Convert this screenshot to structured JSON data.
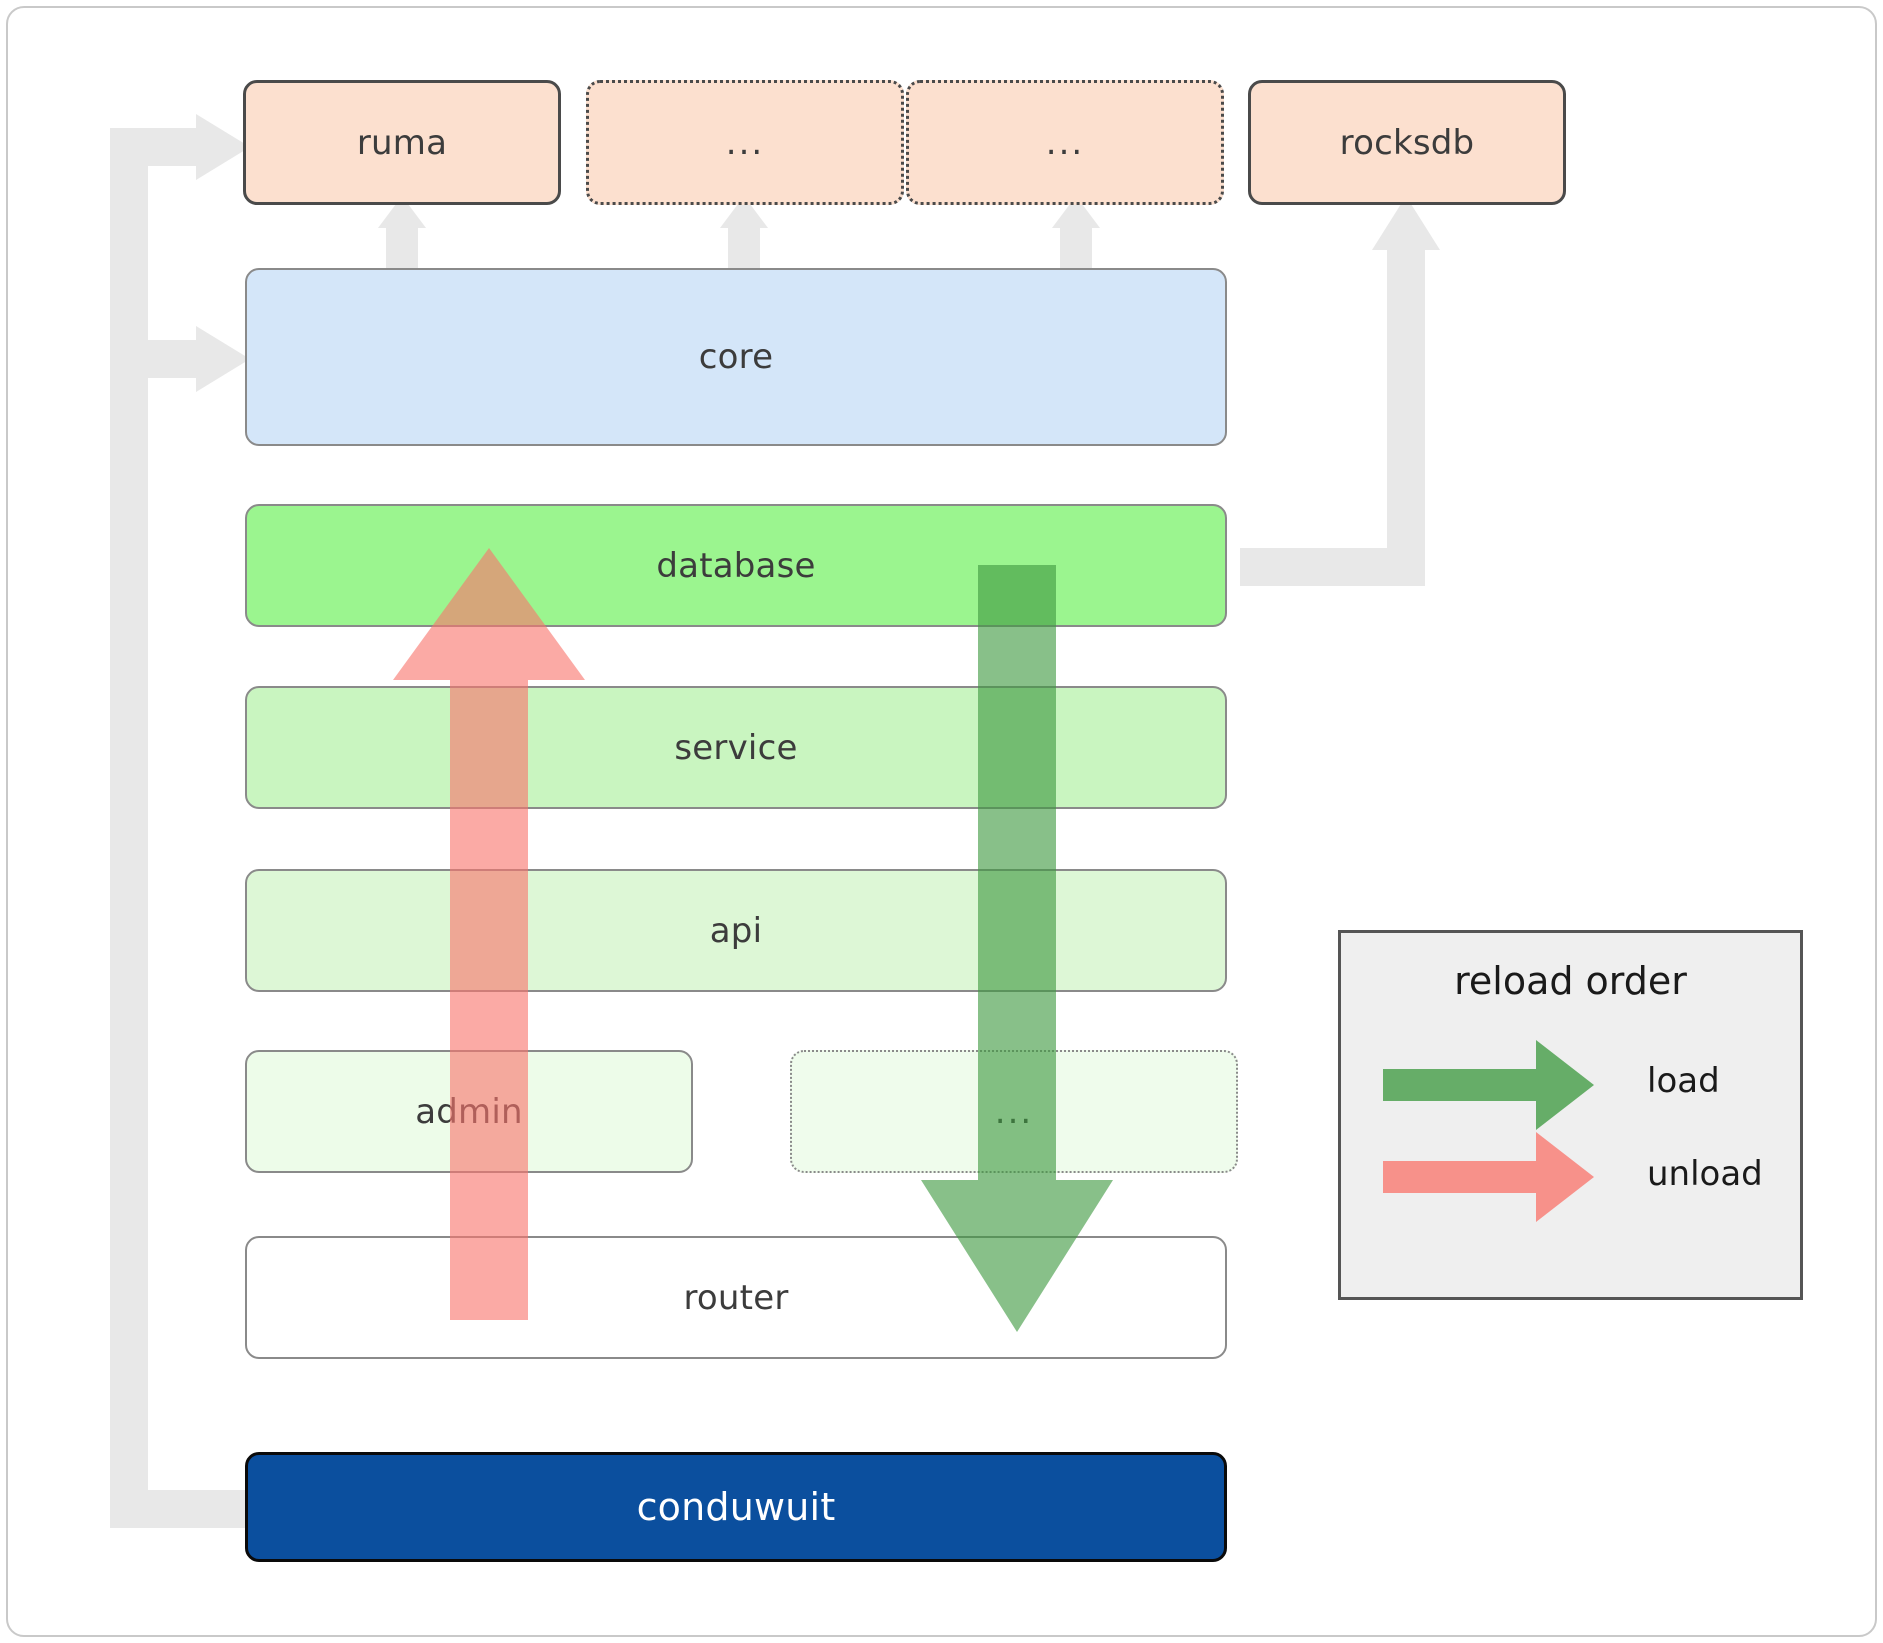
{
  "diagram": {
    "title": "conduwuit crate dependency / reload order diagram",
    "colors": {
      "dependency_fill": "#fce0cf",
      "core_fill": "#d4e6f9",
      "database_fill": "#9bf58f",
      "service_fill": "#c9f5c0",
      "api_fill": "#ddf7d6",
      "admin_fill": "#edfce9",
      "placeholder_fill": "#effcec",
      "router_fill": "#ffffff",
      "app_fill": "#0b4f9e",
      "app_text": "#ffffff",
      "load_arrow": "#4caf50",
      "unload_arrow": "#f8766d",
      "flow_arrow": "#e8e8e8",
      "legend_bg": "#efefef",
      "legend_border": "#555555"
    },
    "dependencies": [
      {
        "label": "ruma",
        "style": "solid"
      },
      {
        "label": "...",
        "style": "dotted"
      },
      {
        "label": "...",
        "style": "dotted"
      },
      {
        "label": "rocksdb",
        "style": "solid"
      }
    ],
    "core": {
      "label": "core"
    },
    "layers": [
      {
        "label": "database",
        "style": "thin"
      },
      {
        "label": "service",
        "style": "thin"
      },
      {
        "label": "api",
        "style": "thin"
      }
    ],
    "bottom_row": [
      {
        "label": "admin",
        "style": "thin"
      },
      {
        "label": "...",
        "style": "thin-dotted"
      }
    ],
    "router": {
      "label": "router"
    },
    "app": {
      "label": "conduwuit"
    },
    "legend": {
      "title": "reload order",
      "items": [
        {
          "label": "load",
          "color": "#4caf50"
        },
        {
          "label": "unload",
          "color": "#f8766d"
        }
      ]
    }
  }
}
